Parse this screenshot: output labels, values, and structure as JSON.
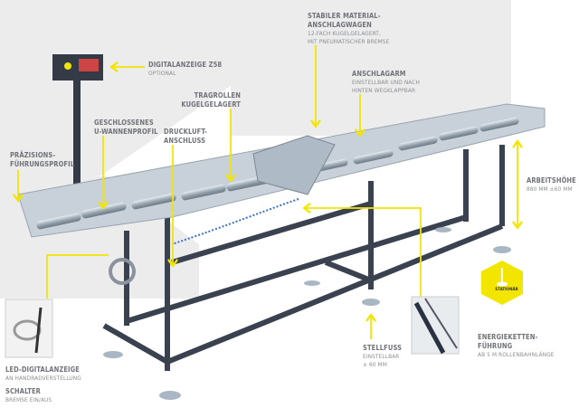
{
  "labels": {
    "digitalanzeige": {
      "title": "DIGITALANZEIGE Z58",
      "sub": "OPTIONAL"
    },
    "tragrollen": {
      "title1": "TRAGROLLEN",
      "title2": "KUGELGELAGERT"
    },
    "u_wanne": {
      "title1": "GESCHLOSSENES",
      "title2": "U-WANNENPROFIL"
    },
    "druckluft": {
      "title1": "DRUCKLUFT-",
      "title2": "ANSCHLUSS"
    },
    "praezision": {
      "title1": "PRÄZISIONS-",
      "title2": "FÜHRUNGSPROFIL"
    },
    "anschlagwagen": {
      "title1": "STABILER MATERIAL-",
      "title2": "ANSCHLAGWAGEN",
      "sub1": "12-FACH KUGELGELAGERT,",
      "sub2": "MIT PNEUMATISCHER BREMSE"
    },
    "anschlagarm": {
      "title": "ANSCHLAGARM",
      "sub1": "EINSTELLBAR UND NACH",
      "sub2": "HINTEN WEGKLAPPBAR"
    },
    "arbeitshoehe": {
      "title": "ARBEITSHÖHE",
      "sub": "880 MM ±60 MM"
    },
    "energiekette": {
      "title1": "ENERGIEKETTEN-",
      "title2": "FÜHRUNG",
      "sub": "AB 5 M ROLLENBAHNLÄNGE"
    },
    "stellfuss": {
      "title": "STELLFUSS",
      "sub1": "EINSTELLBAR",
      "sub2": "± 60 MM"
    },
    "led": {
      "title": "LED-DIGITALANZEIGE",
      "sub": "AN HANDRADVERSTELLUNG"
    },
    "schalter": {
      "title": "SCHALTER",
      "sub": "BREMSE EIN/AUS"
    }
  },
  "badge": {
    "label": "STATIONÄR",
    "color": "#f2e500"
  },
  "colors": {
    "accent": "#f2e500",
    "frame": "#3a4250",
    "steel": "#b9c4cf"
  }
}
